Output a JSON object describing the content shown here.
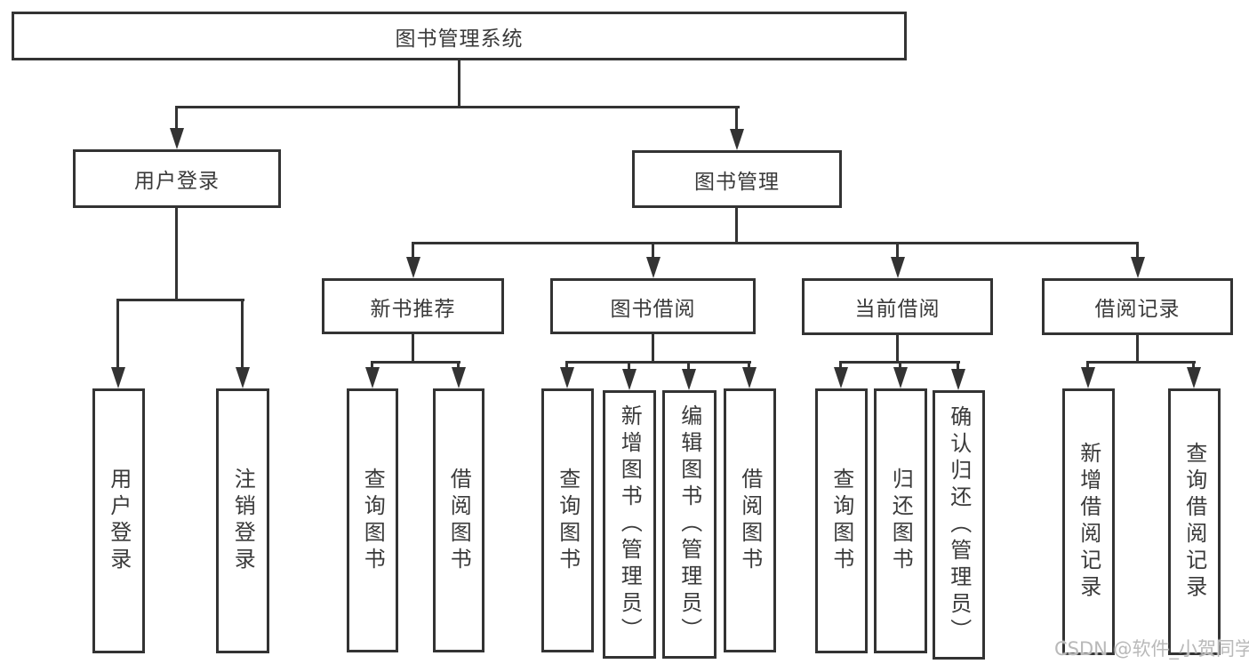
{
  "tree": {
    "root": {
      "label": "图书管理系统"
    },
    "children": [
      {
        "label": "用户登录",
        "children": [
          {
            "label": "用户登录"
          },
          {
            "label": "注销登录"
          }
        ]
      },
      {
        "label": "图书管理",
        "children": [
          {
            "label": "新书推荐",
            "children": [
              {
                "label": "查询图书"
              },
              {
                "label": "借阅图书"
              }
            ]
          },
          {
            "label": "图书借阅",
            "children": [
              {
                "label": "查询图书"
              },
              {
                "label": "新增图书（管理员）"
              },
              {
                "label": "编辑图书（管理员）"
              },
              {
                "label": "借阅图书"
              }
            ]
          },
          {
            "label": "当前借阅",
            "children": [
              {
                "label": "查询图书"
              },
              {
                "label": "归还图书"
              },
              {
                "label": "确认归还（管理员）"
              }
            ]
          },
          {
            "label": "借阅记录",
            "children": [
              {
                "label": "新增借阅记录"
              },
              {
                "label": "查询借阅记录"
              }
            ]
          }
        ]
      }
    ]
  },
  "watermark": {
    "text": "CSDN @软件_小贺同学"
  },
  "colors": {
    "line": "#333333",
    "text": "#3a3a3a",
    "background": "#ffffff",
    "watermark": "#b9b9b9"
  }
}
